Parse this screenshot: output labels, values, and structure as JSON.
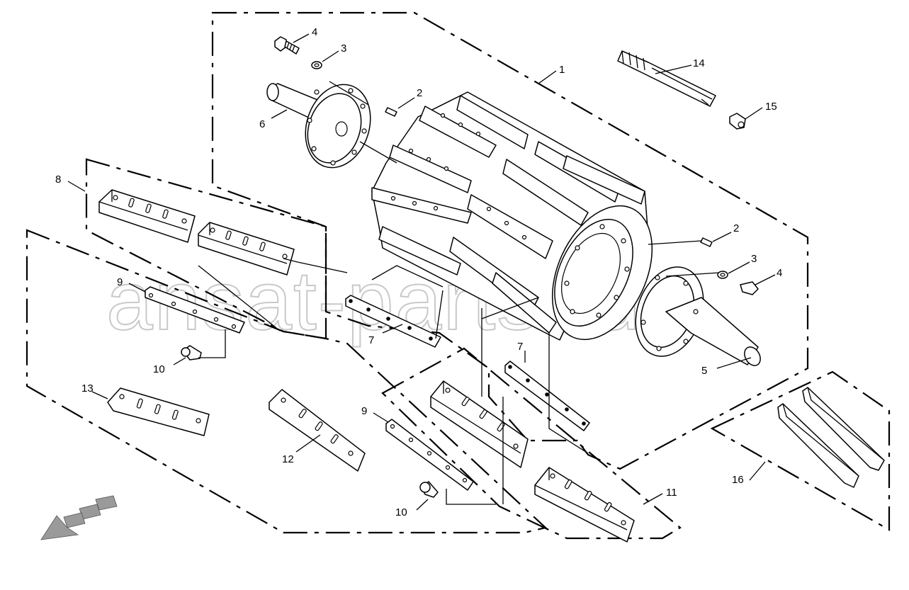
{
  "watermark": "ansat-parts.ru",
  "callouts": [
    {
      "id": "c1",
      "label": "1"
    },
    {
      "id": "c2a",
      "label": "2"
    },
    {
      "id": "c2b",
      "label": "2"
    },
    {
      "id": "c3a",
      "label": "3"
    },
    {
      "id": "c3b",
      "label": "3"
    },
    {
      "id": "c4a",
      "label": "4"
    },
    {
      "id": "c4b",
      "label": "4"
    },
    {
      "id": "c5",
      "label": "5"
    },
    {
      "id": "c6",
      "label": "6"
    },
    {
      "id": "c7a",
      "label": "7"
    },
    {
      "id": "c7b",
      "label": "7"
    },
    {
      "id": "c8",
      "label": "8"
    },
    {
      "id": "c9a",
      "label": "9"
    },
    {
      "id": "c9b",
      "label": "9"
    },
    {
      "id": "c10a",
      "label": "10"
    },
    {
      "id": "c10b",
      "label": "10"
    },
    {
      "id": "c11",
      "label": "11"
    },
    {
      "id": "c12",
      "label": "12"
    },
    {
      "id": "c13",
      "label": "13"
    },
    {
      "id": "c14",
      "label": "14"
    },
    {
      "id": "c15",
      "label": "15"
    },
    {
      "id": "c16",
      "label": "16"
    }
  ],
  "colors": {
    "line": "#000000",
    "watermark": "#c9c9c9",
    "arrow_fill": "#9a9a9a"
  }
}
